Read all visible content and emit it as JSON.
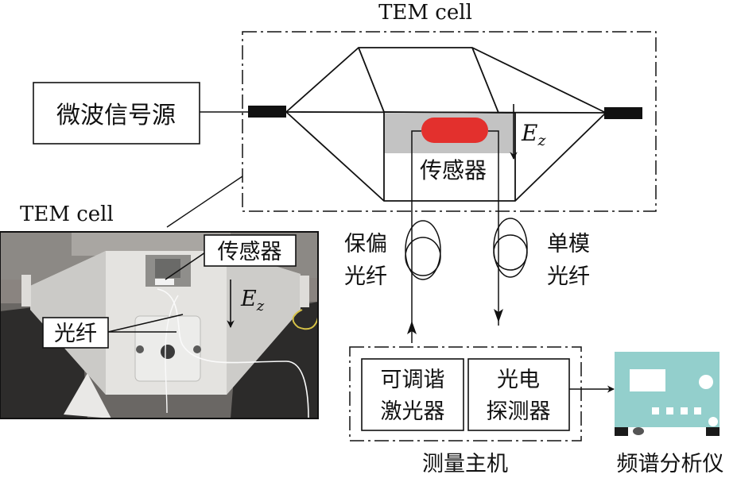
{
  "diagram": {
    "tem_cell_title": "TEM cell",
    "photo_title": "TEM cell",
    "microwave_source": "微波信号源",
    "sensor_label": "传感器",
    "field_symbol": "E",
    "field_subscript": "z",
    "pm_fiber_line1": "保偏",
    "pm_fiber_line2": "光纤",
    "sm_fiber_line1": "单模",
    "sm_fiber_line2": "光纤",
    "laser_line1": "可调谐",
    "laser_line2": "激光器",
    "detector_line1": "光电",
    "detector_line2": "探测器",
    "host_label": "测量主机",
    "analyzer_label": "频谱分析仪",
    "photo_sensor_label": "传感器",
    "photo_fiber_label": "光纤",
    "photo_field_symbol": "E",
    "photo_field_subscript": "z"
  },
  "colors": {
    "sensor_red": "#e3302d",
    "sensor_zone_gray": "#c3c3c3",
    "analyzer_teal": "#93cfcc"
  }
}
